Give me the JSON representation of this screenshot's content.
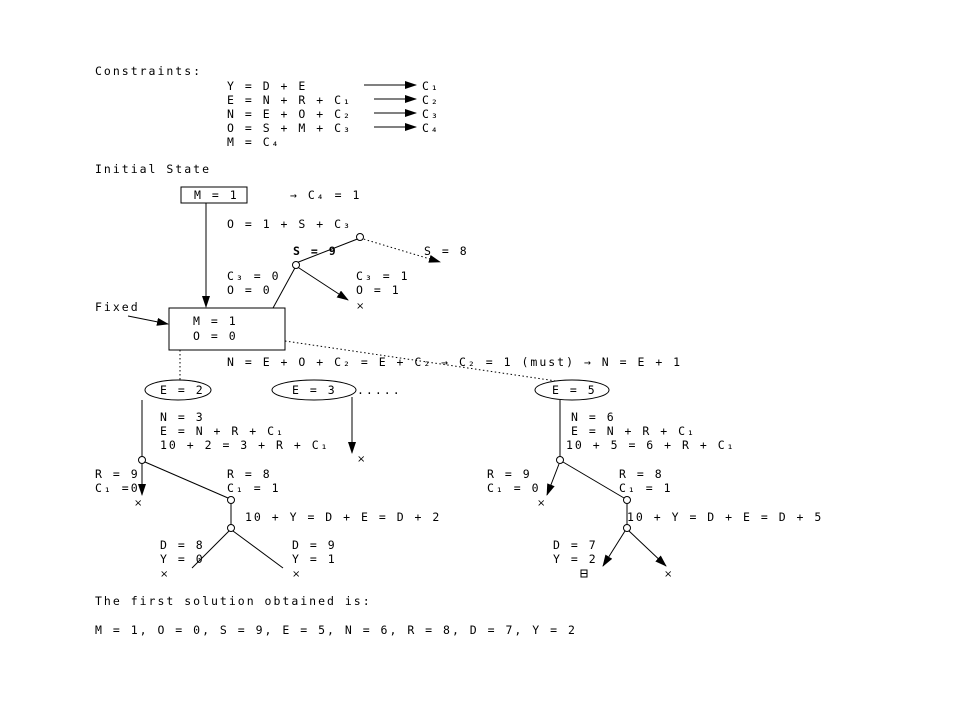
{
  "header": {
    "constraints_label": "Constraints:",
    "initial_state_label": "Initial State",
    "fixed_label": "Fixed"
  },
  "constraints": [
    {
      "eq": "Y = D + E",
      "carry": "C₁"
    },
    {
      "eq": "E = N + R + C₁",
      "carry": "C₂"
    },
    {
      "eq": "N = E + O + C₂",
      "carry": "C₃"
    },
    {
      "eq": "O = S + M + C₃",
      "carry": "C₄"
    },
    {
      "eq": "M = C₄",
      "carry": ""
    }
  ],
  "tree": {
    "initial_box": "M = 1",
    "initial_implies": "→ C₄ = 1",
    "o_eq": "O = 1 + S + C₃",
    "s9": "S = 9",
    "s8": "S = 8",
    "c3_0": "C₃ = 0",
    "o_0": "O = 0",
    "c3_1": "C₃ = 1",
    "o_1": "O = 1",
    "fixed_m": "M = 1",
    "fixed_o": "O = 0",
    "n_eq": "N = E + O + C₂ = E + C₂ → C₂ = 1 (must) → N = E + 1",
    "e2": "E = 2",
    "e3": "E = 3",
    "e5": "E = 5",
    "ellipsis": ".....",
    "left_branch": {
      "n": "N = 3",
      "eq1": "E = N + R + C₁",
      "eq2": "10 + 2 = 3 + R + C₁",
      "r9": "R = 9",
      "c1_0": "C₁ =0",
      "r8": "R = 8",
      "c1_1": "C₁ = 1",
      "eq3": "10 + Y = D + E = D + 2",
      "d8": "D = 8",
      "y0": "Y = 0",
      "d9": "D = 9",
      "y1": "Y = 1"
    },
    "right_branch": {
      "n": "N = 6",
      "eq1": "E = N + R + C₁",
      "eq2": "10 + 5 = 6 + R + C₁",
      "r9": "R = 9",
      "c1_0": "C₁ = 0",
      "r8": "R = 8",
      "c1_1": "C₁ = 1",
      "eq3": "10 + Y = D + E = D + 5",
      "d7": "D = 7",
      "y2": "Y = 2"
    },
    "fail_mark": "×"
  },
  "footer": {
    "solution_intro": "The first solution obtained is:",
    "solution": "M = 1, O = 0, S = 9, E = 5, N = 6, R = 8, D = 7, Y = 2"
  }
}
